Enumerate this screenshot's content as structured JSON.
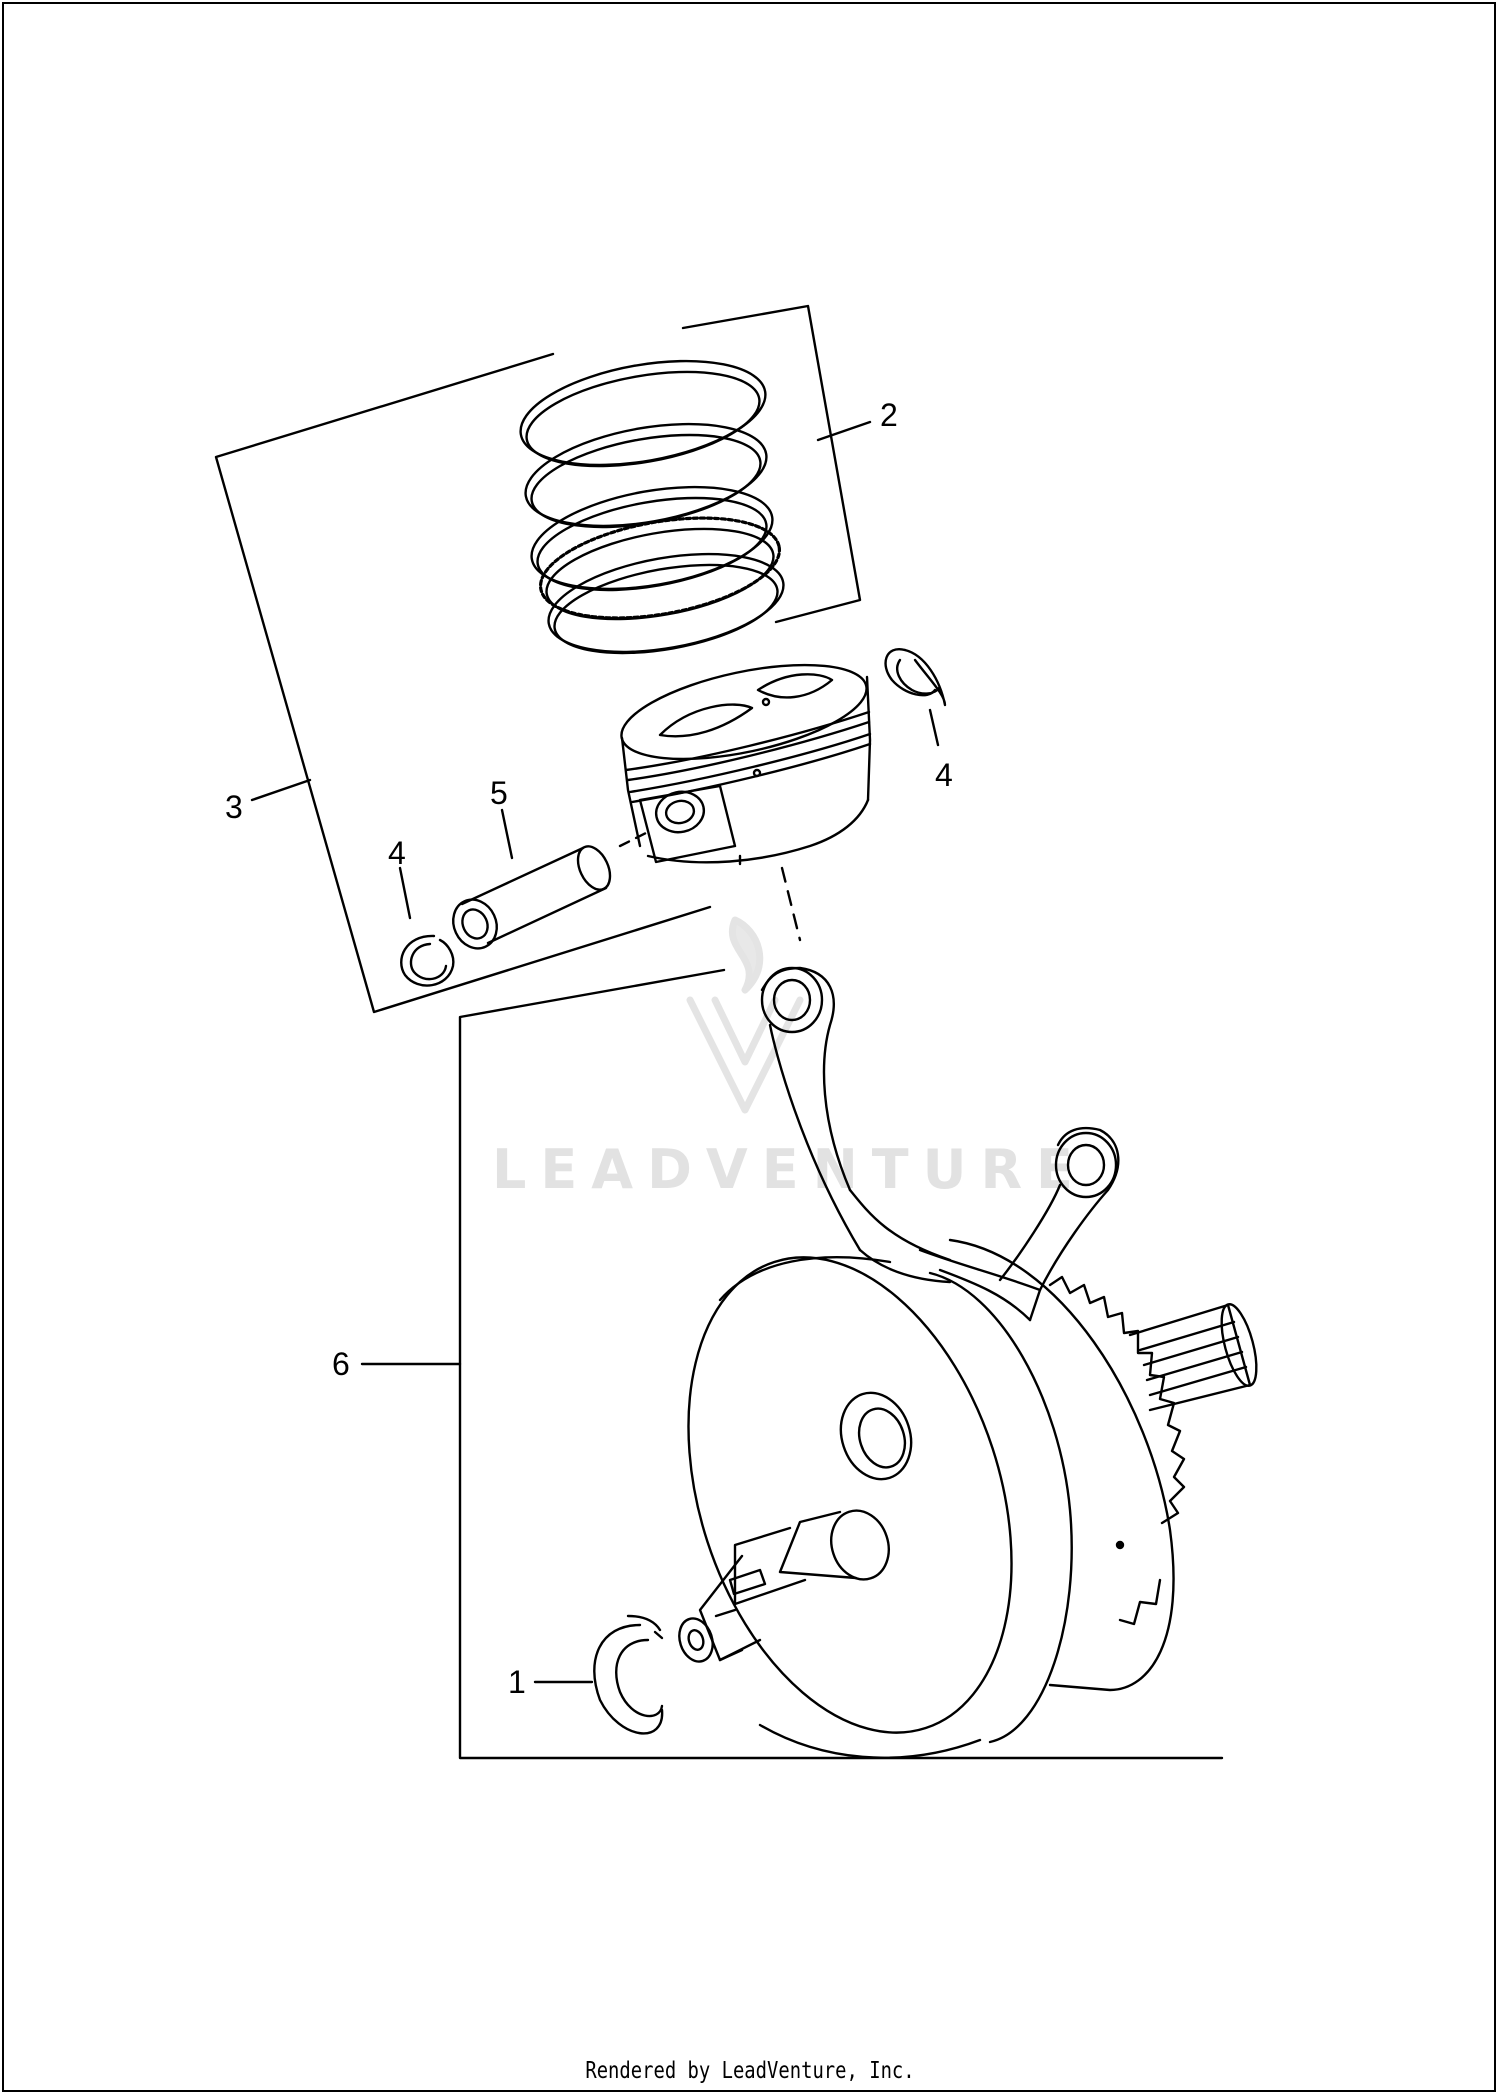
{
  "diagram": {
    "watermark": "LEADVENTURE",
    "callouts": [
      {
        "id": "1",
        "label": "1"
      },
      {
        "id": "2",
        "label": "2"
      },
      {
        "id": "3",
        "label": "3"
      },
      {
        "id": "4a",
        "label": "4"
      },
      {
        "id": "4b",
        "label": "4"
      },
      {
        "id": "5",
        "label": "5"
      },
      {
        "id": "6",
        "label": "6"
      }
    ]
  },
  "footer": {
    "credit": "Rendered by LeadVenture, Inc."
  },
  "colors": {
    "line": "#000000",
    "watermark": "#e2e2e2",
    "background": "#ffffff"
  }
}
